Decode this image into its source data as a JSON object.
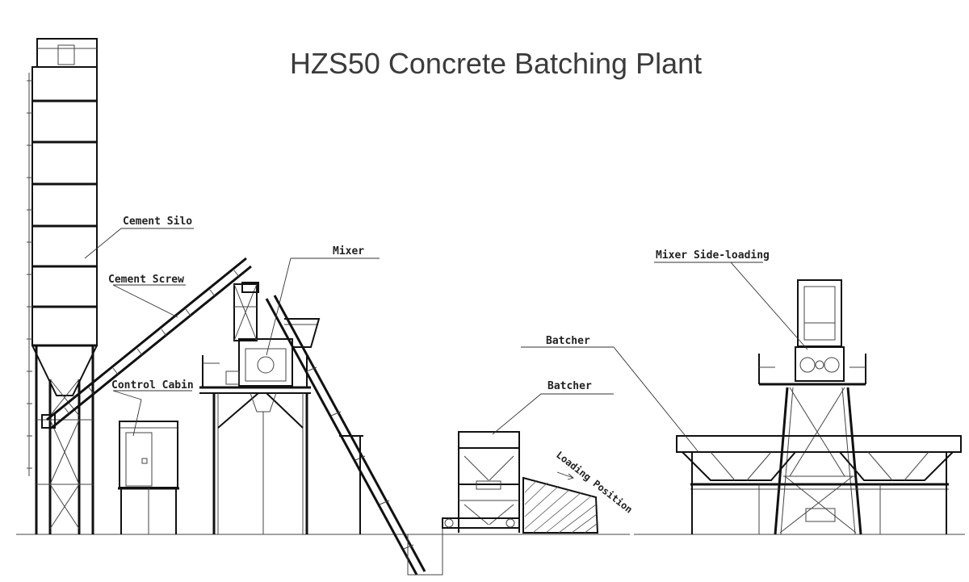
{
  "title": "HZS50 Concrete Batching Plant",
  "labels": {
    "cement_silo": "Cement Silo",
    "cement_screw": "Cement Screw",
    "control_cabin": "Control Cabin",
    "mixer": "Mixer",
    "batcher_upper": "Batcher",
    "batcher_lower": "Batcher",
    "mixer_side_loading": "Mixer Side-loading",
    "loading_position": "Loading Position"
  }
}
